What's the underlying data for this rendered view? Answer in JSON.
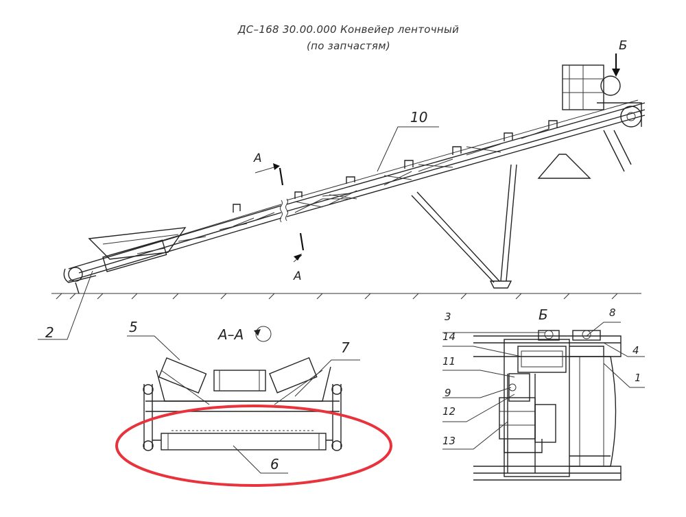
{
  "title": {
    "line1": "ДС–168 30.00.000 Конвейер ленточный",
    "line2": "(по запчастям)"
  },
  "main_view": {
    "labels": {
      "conveyor": "10",
      "drive_end": "2",
      "view_b": "Б",
      "section_top": "A",
      "section_bottom": "A"
    }
  },
  "section_view": {
    "title": "A–A",
    "labels": {
      "left_roller": "5",
      "frame": "7",
      "return_roller": "6"
    },
    "highlight_color": "#e8323c"
  },
  "detail_view": {
    "title": "Б",
    "labels": [
      "3",
      "14",
      "11",
      "9",
      "12",
      "13",
      "8",
      "4",
      "1"
    ]
  }
}
